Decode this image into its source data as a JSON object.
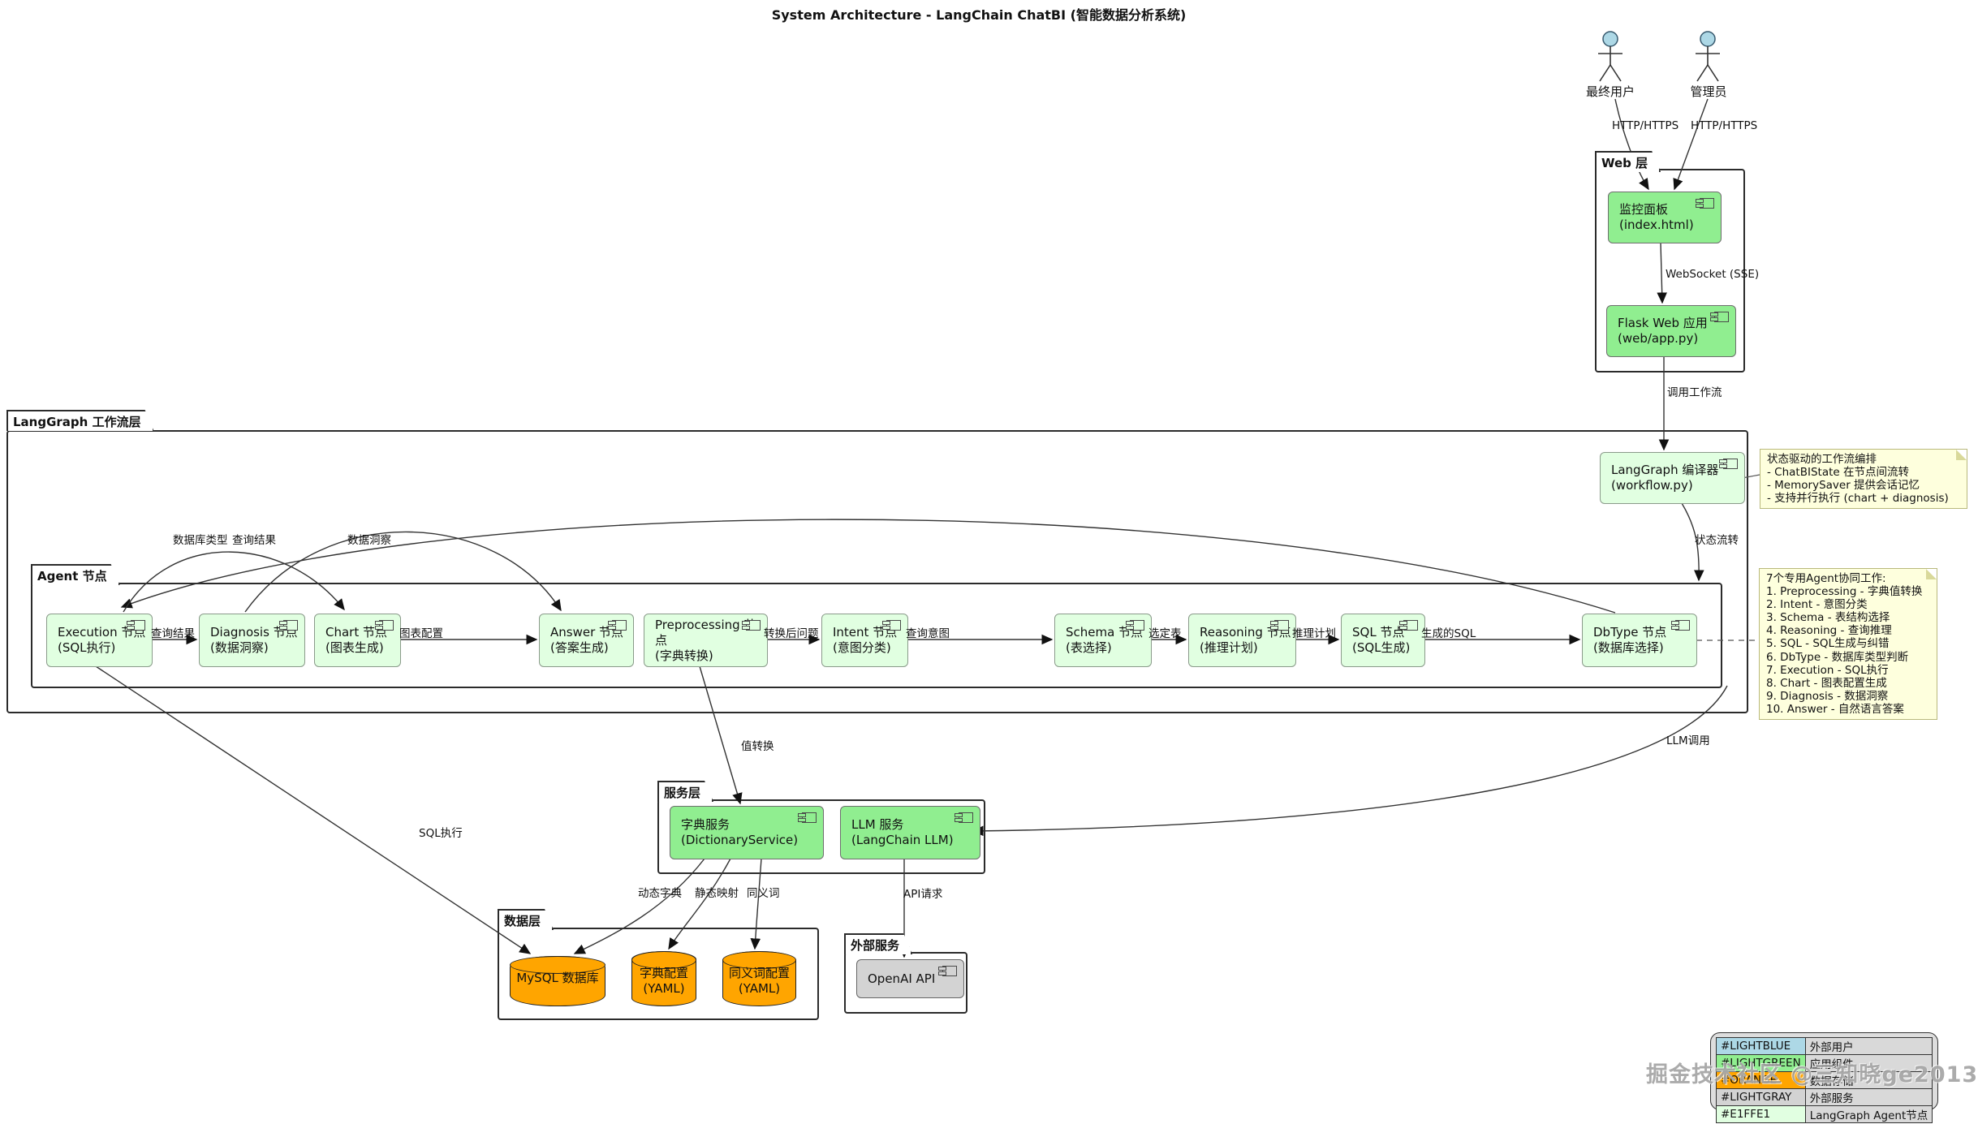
{
  "title": "System Architecture - LangChain ChatBI (智能数据分析系统)",
  "colors": {
    "external_user": "#ADD8E6",
    "app_component": "#90EE90",
    "data_store": "#FFA500",
    "external_service": "#D3D3D3",
    "agent_node": "#E1FFE1",
    "note_bg": "#FEFFDD"
  },
  "actors": {
    "end_user": "最终用户",
    "admin": "管理员"
  },
  "packages": {
    "web": "Web 层",
    "workflow": "LangGraph 工作流层",
    "agent": "Agent 节点",
    "service": "服务层",
    "data": "数据层",
    "external": "外部服务"
  },
  "components": {
    "monitor": {
      "line1": "监控面板",
      "line2": "(index.html)"
    },
    "flask": {
      "line1": "Flask Web 应用",
      "line2": "(web/app.py)"
    },
    "compiler": {
      "line1": "LangGraph 编译器",
      "line2": "(workflow.py)"
    },
    "execution": {
      "line1": "Execution 节点",
      "line2": "(SQL执行)"
    },
    "diagnosis": {
      "line1": "Diagnosis 节点",
      "line2": "(数据洞察)"
    },
    "chart": {
      "line1": "Chart 节点",
      "line2": "(图表生成)"
    },
    "answer": {
      "line1": "Answer 节点",
      "line2": "(答案生成)"
    },
    "preprocessing": {
      "line1": "Preprocessing 节点",
      "line2": "(字典转换)"
    },
    "intent": {
      "line1": "Intent 节点",
      "line2": "(意图分类)"
    },
    "schema": {
      "line1": "Schema 节点",
      "line2": "(表选择)"
    },
    "reasoning": {
      "line1": "Reasoning 节点",
      "line2": "(推理计划)"
    },
    "sql": {
      "line1": "SQL 节点",
      "line2": "(SQL生成)"
    },
    "dbtype": {
      "line1": "DbType 节点",
      "line2": "(数据库选择)"
    },
    "dict_service": {
      "line1": "字典服务",
      "line2": "(DictionaryService)"
    },
    "llm_service": {
      "line1": "LLM 服务",
      "line2": "(LangChain LLM)"
    },
    "openai": {
      "line1": "OpenAI API",
      "line2": ""
    }
  },
  "datastores": {
    "mysql": {
      "line1": "MySQL 数据库",
      "line2": ""
    },
    "dict_yaml": {
      "line1": "字典配置",
      "line2": "(YAML)"
    },
    "syn_yaml": {
      "line1": "同义词配置",
      "line2": "(YAML)"
    }
  },
  "edge_labels": {
    "http_user": "HTTP/HTTPS",
    "http_admin": "HTTP/HTTPS",
    "websocket": "WebSocket (SSE)",
    "invoke_workflow": "调用工作流",
    "state_flow": "状态流转",
    "db_type": "数据库类型",
    "query_result_curve": "查询结果",
    "data_insight": "数据洞察",
    "query_result": "查询结果",
    "chart_config": "图表配置",
    "converted_question": "转换后问题",
    "query_intent": "查询意图",
    "selected_tables": "选定表",
    "reasoning_plan": "推理计划",
    "generated_sql": "生成的SQL",
    "value_convert": "值转换",
    "sql_exec": "SQL执行",
    "llm_call": "LLM调用",
    "dynamic_dict": "动态字典",
    "static_map": "静态映射",
    "synonym": "同义词",
    "api_request": "API请求"
  },
  "notes": {
    "workflow_note": "状态驱动的工作流编排\n- ChatBIState 在节点间流转\n- MemorySaver 提供会话记忆\n- 支持并行执行 (chart + diagnosis)",
    "agent_note": "7个专用Agent协同工作:\n1. Preprocessing - 字典值转换\n2. Intent - 意图分类\n3. Schema - 表结构选择\n4. Reasoning - 查询推理\n5. SQL - SQL生成与纠错\n6. DbType - 数据库类型判断\n7. Execution - SQL执行\n8. Chart - 图表配置生成\n9. Diagnosis - 数据洞察\n10. Answer - 自然语言答案"
  },
  "legend": {
    "rows": [
      {
        "code": "#LIGHTBLUE",
        "color": "#ADD8E6",
        "label": "外部用户"
      },
      {
        "code": "#LIGHTGREEN",
        "color": "#90EE90",
        "label": "应用组件"
      },
      {
        "code": "#ORANGE",
        "color": "#FFA500",
        "label": "数据存储"
      },
      {
        "code": "#LIGHTGRAY",
        "color": "#D3D3D3",
        "label": "外部服务"
      },
      {
        "code": "#E1FFE1",
        "color": "#E1FFE1",
        "label": "LangGraph Agent节点"
      }
    ]
  },
  "watermark": "掘金技术社区 @三知晓ge2013"
}
